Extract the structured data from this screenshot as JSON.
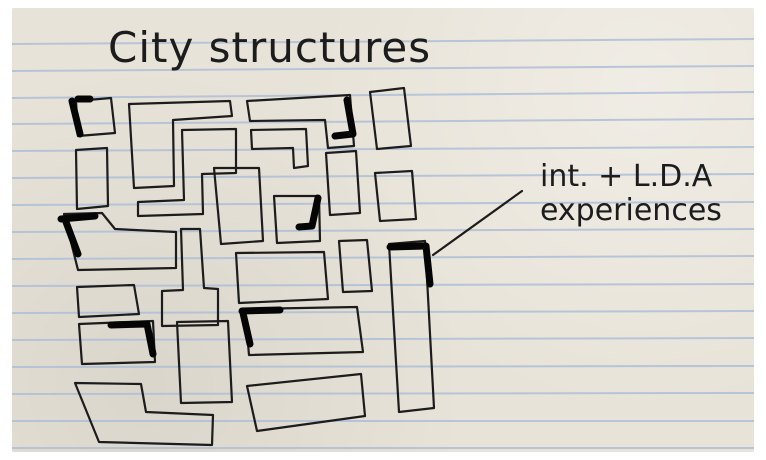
{
  "image": {
    "title": "City structures",
    "annotation_line1": "int. + L.D.A",
    "annotation_line2": "experiences"
  },
  "colors": {
    "paper": "#e8e3d8",
    "rule_line": "#aebfd8",
    "ink": "#1c1c1c",
    "heavy_ink": "#050505"
  }
}
